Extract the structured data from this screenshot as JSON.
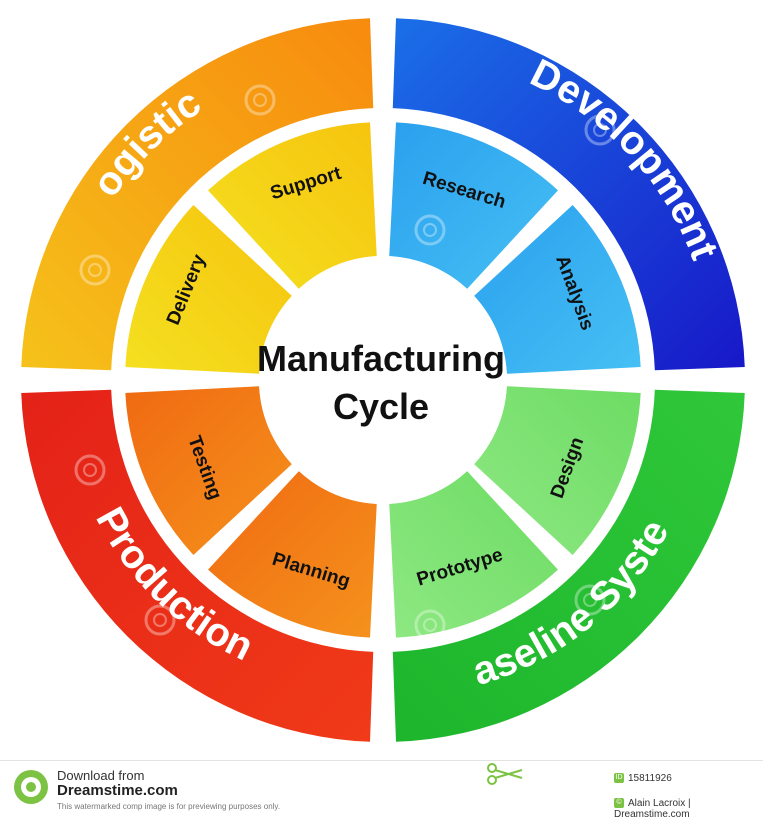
{
  "diagram": {
    "center_title_line1": "Manufacturing",
    "center_title_line2": "Cycle",
    "quadrants": [
      {
        "key": "logistics",
        "outer_label": "Logistics",
        "inner_labels": [
          "Delivery",
          "Support"
        ],
        "outer_color": "#f7a010",
        "inner_color": "#f4d412"
      },
      {
        "key": "development",
        "outer_label": "Development",
        "inner_labels": [
          "Research",
          "Analysis"
        ],
        "outer_color": "#1c3fd8",
        "inner_color": "#3aa6ea"
      },
      {
        "key": "baseline",
        "outer_label": "Baseline System",
        "inner_labels": [
          "Design",
          "Prototype"
        ],
        "outer_color": "#2dc33a",
        "inner_color": "#74e06a"
      },
      {
        "key": "production",
        "outer_label": "Production",
        "inner_labels": [
          "Planning",
          "Testing"
        ],
        "outer_color": "#e82a1a",
        "inner_color": "#f0821a"
      }
    ],
    "watermark_text": "dreamstime"
  },
  "footer": {
    "download_from": "Download from",
    "site_name": "Dreamstime.com",
    "disclaimer": "This watermarked comp image is for previewing purposes only.",
    "image_id": "15811926",
    "credit": "Alain Lacroix | Dreamstime.com"
  }
}
